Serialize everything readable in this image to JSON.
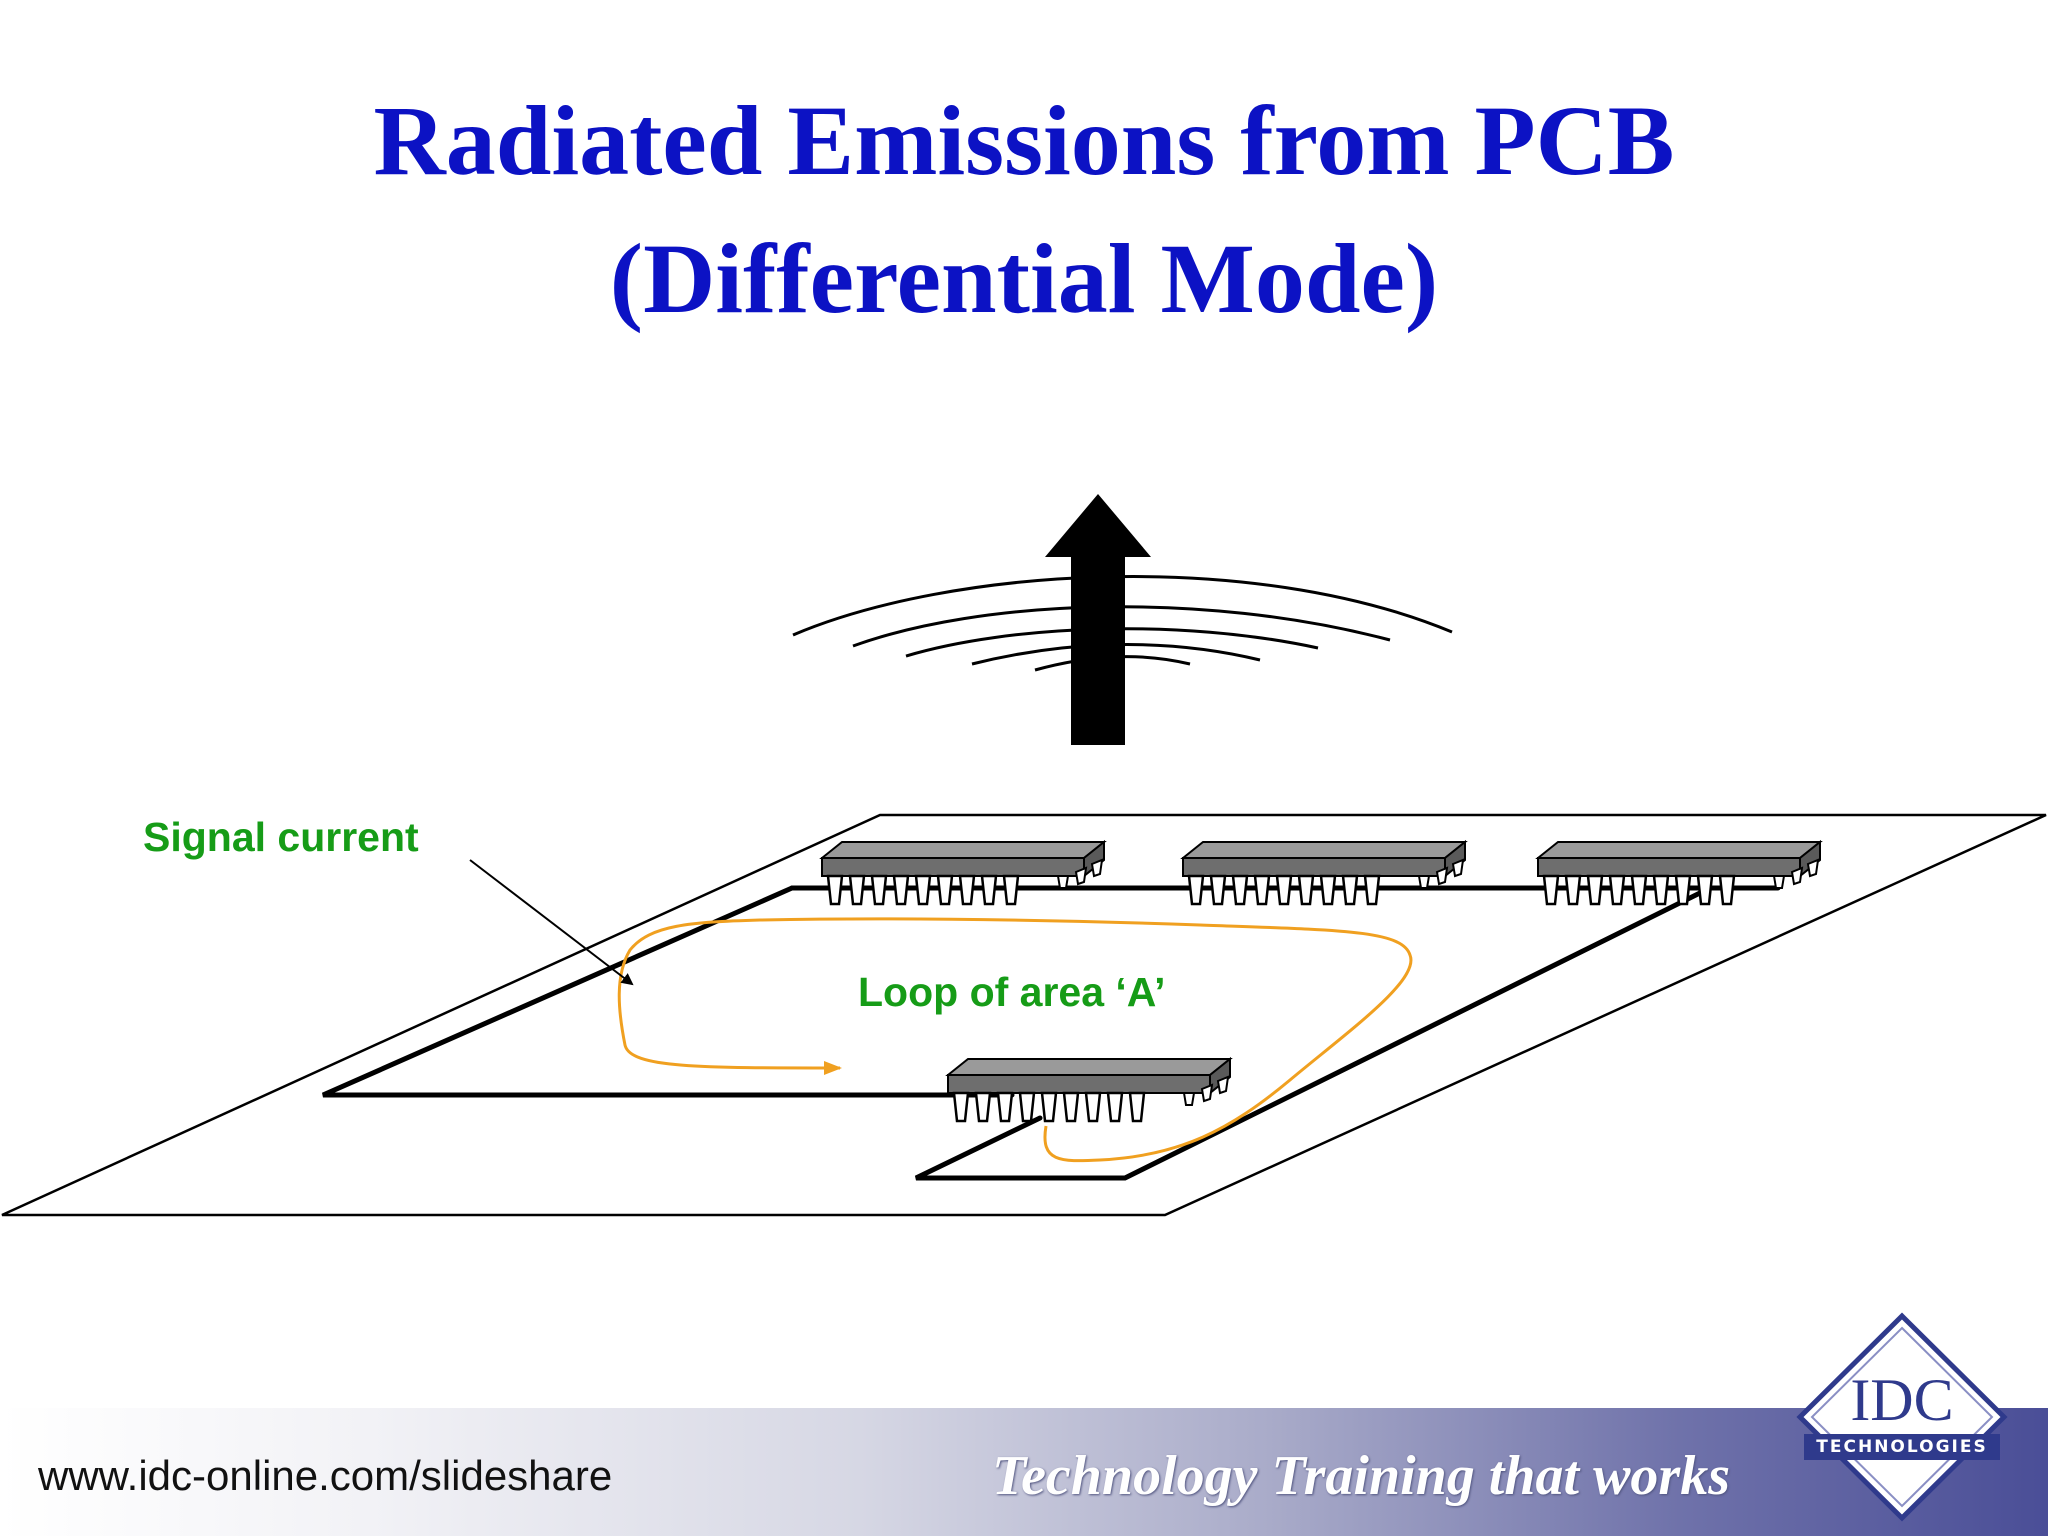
{
  "slide": {
    "title_line1": "Radiated Emissions from PCB",
    "title_line2": "(Differential Mode)"
  },
  "diagram": {
    "labels": {
      "signal_current": "Signal current",
      "loop_area": "Loop of area ‘A’"
    },
    "chip_count": 4,
    "colors": {
      "loop": "#f0a020",
      "label_text": "#169c17",
      "chip_body": "#8c8c8c",
      "trace": "#000000"
    },
    "icons": [
      "radiation-arrow-icon",
      "wavefront-arcs-icon",
      "ic-chip-icon"
    ]
  },
  "footer": {
    "url": "www.idc-online.com/slideshare",
    "tagline": "Technology Training that works"
  },
  "logo": {
    "name": "IDC",
    "subtitle": "TECHNOLOGIES"
  },
  "colors": {
    "title": "#0c12c4",
    "footer_band_end": "#4a4e97"
  }
}
